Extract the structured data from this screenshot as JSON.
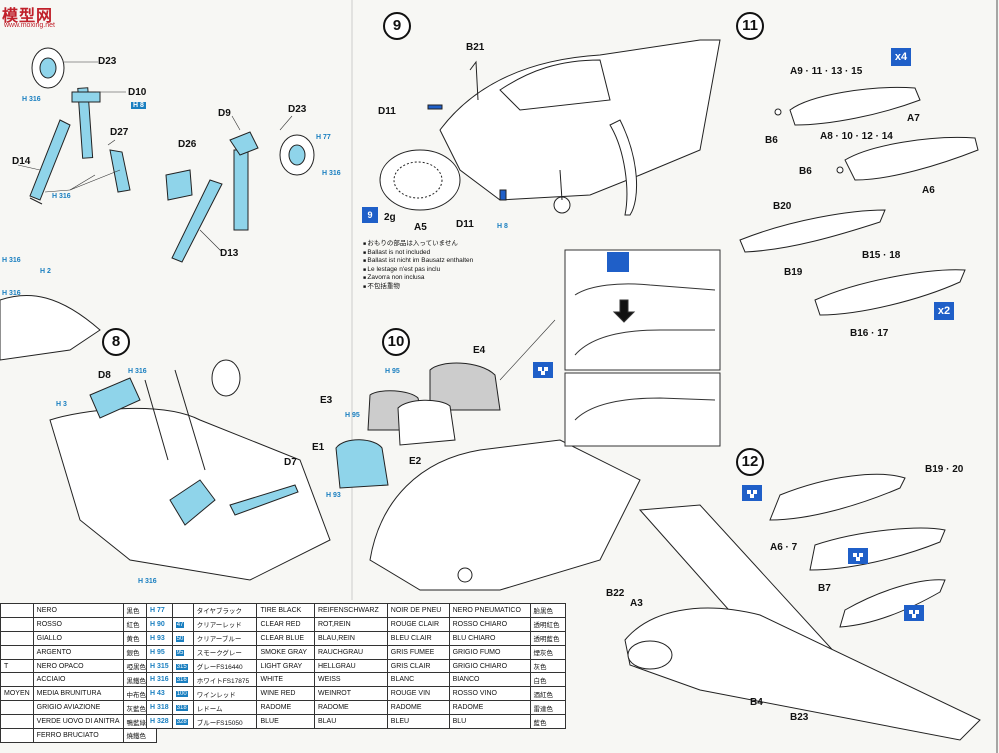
{
  "watermark": {
    "logo": "模型网",
    "url": "www.moxing.net"
  },
  "steps": [
    "9",
    "11",
    "8",
    "10",
    "12"
  ],
  "parts": {
    "D23_a": "D23",
    "D10": "D10",
    "D27": "D27",
    "D14": "D14",
    "D9": "D9",
    "D23_b": "D23",
    "D26": "D26",
    "D13": "D13",
    "B21": "B21",
    "D11_a": "D11",
    "A5": "A5",
    "D11_b": "D11",
    "A9_15": "A9 · 11 · 13 · 15",
    "B6_a": "B6",
    "A8_14": "A8 · 10 · 12 · 14",
    "A7": "A7",
    "B6_b": "B6",
    "A6": "A6",
    "B20": "B20",
    "B19": "B19",
    "B15_18": "B15 · 18",
    "B16_17": "B16 · 17",
    "D8": "D8",
    "D7": "D7",
    "E4": "E4",
    "E3": "E3",
    "E1": "E1",
    "E2": "E2",
    "B19_20": "B19 · 20",
    "A6_7": "A6 · 7",
    "B22": "B22",
    "A3": "A3",
    "B7": "B7",
    "B4": "B4",
    "B23": "B23"
  },
  "paints": {
    "h316_a": "H 316",
    "h8_a": "H 8",
    "h316_b": "H 316",
    "h77_a": "H 77",
    "h316_c": "H 316",
    "h8_b": "H 8",
    "h316_d": "H 316",
    "h2": "H 2",
    "h316_e": "H 316",
    "h316_f": "H 316",
    "h3": "H 3",
    "h316_g": "H 316",
    "h95_a": "H 95",
    "h95_b": "H 95",
    "h93": "H 93"
  },
  "quantities": {
    "x4": "x4",
    "x2": "x2"
  },
  "ballast": {
    "num": "9",
    "weight": "2g"
  },
  "ballast_note": [
    "おもりの部品は入っていません",
    "Ballast is not included",
    "Ballast ist nicht im Bausatz enthalten",
    "Le lestage n'est pas inclu",
    "Zavorra non inclusa",
    "不包括重物"
  ],
  "color_table_left": [
    [
      "NERO",
      "黒色"
    ],
    [
      "ROSSO",
      "紅色"
    ],
    [
      "GIALLO",
      "黄色"
    ],
    [
      "ARGENTO",
      "銀色"
    ],
    [
      "NERO OPACO",
      "啞黒色"
    ],
    [
      "ACCIAIO",
      "黒鐵色"
    ],
    [
      "MEDIA BRUNITURA",
      "中布色"
    ],
    [
      "GRIGIO AVIAZIONE",
      "灰藍色"
    ],
    [
      "VERDE UOVO DI ANITRA",
      "鴨藍綠色"
    ],
    [
      "FERRO BRUCIATO",
      "燒鐵色"
    ]
  ],
  "color_table_left_edge": [
    "",
    "",
    "",
    "",
    "T",
    "",
    "MOYEN",
    "",
    "",
    ""
  ],
  "color_table_right": [
    [
      "H 77",
      "",
      "タイヤブラック",
      "TIRE BLACK",
      "REIFENSCHWARZ",
      "NOIR DE PNEU",
      "NERO PNEUMATICO",
      "胎黒色"
    ],
    [
      "H 90",
      "47",
      "クリアーレッド",
      "CLEAR RED",
      "ROT,REIN",
      "ROUGE CLAIR",
      "ROSSO CHIARO",
      "透明紅色"
    ],
    [
      "H 93",
      "50",
      "クリアーブルー",
      "CLEAR BLUE",
      "BLAU,REIN",
      "BLEU CLAIR",
      "BLU CHIARO",
      "透明藍色"
    ],
    [
      "H 95",
      "95",
      "スモークグレー",
      "SMOKE GRAY",
      "RAUCHGRAU",
      "GRIS FUMEE",
      "GRIGIO FUMO",
      "煙灰色"
    ],
    [
      "H 315",
      "315",
      "グレーFS16440",
      "LIGHT GRAY",
      "HELLGRAU",
      "GRIS CLAIR",
      "GRIGIO CHIARO",
      "灰色"
    ],
    [
      "H 316",
      "316",
      "ホワイトFS17875",
      "WHITE",
      "WEISS",
      "BLANC",
      "BIANCO",
      "白色"
    ],
    [
      "H 43",
      "100",
      "ワインレッド",
      "WINE RED",
      "WEINROT",
      "ROUGE VIN",
      "ROSSO VINO",
      "酒紅色"
    ],
    [
      "H 318",
      "318",
      "レドーム",
      "RADOME",
      "RADOME",
      "RADOME",
      "RADOME",
      "雷達色"
    ],
    [
      "H 328",
      "328",
      "ブルーFS15050",
      "BLUE",
      "BLAU",
      "BLEU",
      "BLU",
      "藍色"
    ]
  ]
}
